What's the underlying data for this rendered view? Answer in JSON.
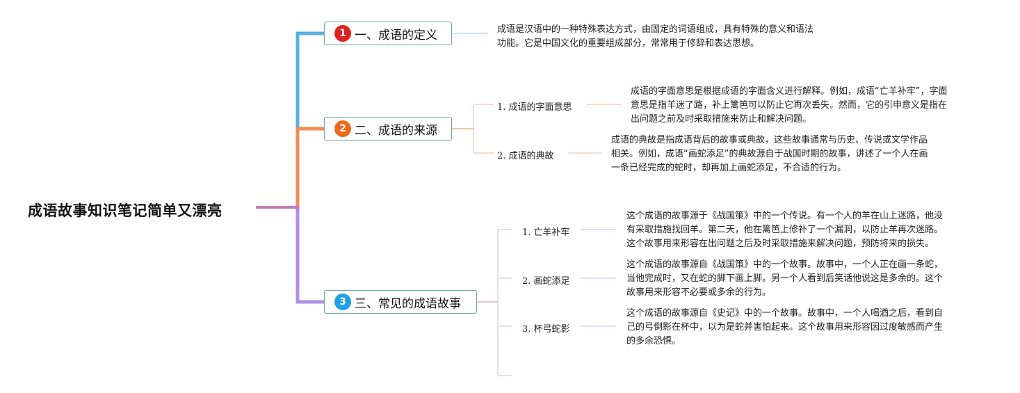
{
  "title": "成语故事知识笔记简单又漂亮",
  "colors": {
    "branch1": "#5aaee0",
    "branch2": "#f08c55",
    "branch3": "#b38ee0",
    "badge1": "#e02020",
    "badge2": "#ec6a1a",
    "badge3": "#1fa0e8",
    "root_underline": "#c07ab8",
    "box_border": "#6aa89b"
  },
  "branches": [
    {
      "badge": "1",
      "label": "一、成语的定义",
      "note": [
        "成语是汉语中的一种特殊表达方式，由固定的词语组成，具有特殊的意义和语法",
        "功能。它是中国文化的重要组成部分，常常用于修辞和表达思想。"
      ]
    },
    {
      "badge": "2",
      "label": "二、成语的来源",
      "children": [
        {
          "label": "1. 成语的字面意思",
          "note": [
            "成语的字面意思是根据成语的字面含义进行解释。例如，成语“亡羊补牢”，字面",
            "意思是指羊迷了路，补上篱笆可以防止它再次丢失。然而，它的引申意义是指在",
            "出问题之前及时采取措施来防止和解决问题。"
          ]
        },
        {
          "label": "2. 成语的典故",
          "note": [
            "成语的典故是指成语背后的故事或典故，这些故事通常与历史、传说或文学作品",
            "相关。例如，成语“画蛇添足”的典故源自于战国时期的故事，讲述了一个人在画",
            "一条已经完成的蛇时，却再加上画蛇添足，不合适的行为。"
          ]
        }
      ]
    },
    {
      "badge": "3",
      "label": "三、常见的成语故事",
      "children": [
        {
          "label": "1. 亡羊补牢",
          "note": [
            "这个成语的故事源于《战国策》中的一个传说。有一个人的羊在山上迷路，他没",
            "有采取措施找回羊。第二天，他在篱笆上修补了一个漏洞，以防止羊再次迷路。",
            "这个故事用来形容在出问题之后及时采取措施来解决问题，预防将来的损失。"
          ]
        },
        {
          "label": "2. 画蛇添足",
          "note": [
            "这个成语的故事源自《战国策》中的一个故事。故事中，一个人正在画一条蛇，",
            "当他完成时，又在蛇的脚下画上脚。另一个人看到后笑话他说这是多余的。这个",
            "故事用来形容不必要或多余的行为。"
          ]
        },
        {
          "label": "3. 杯弓蛇影",
          "note": [
            "这个成语的故事源自《史记》中的一个故事。故事中，一个人喝酒之后，看到自",
            "己的弓倒影在杯中，以为是蛇并害怕起来。这个故事用来形容因过度敏感而产生",
            "的多余恐惧。"
          ]
        }
      ]
    }
  ]
}
